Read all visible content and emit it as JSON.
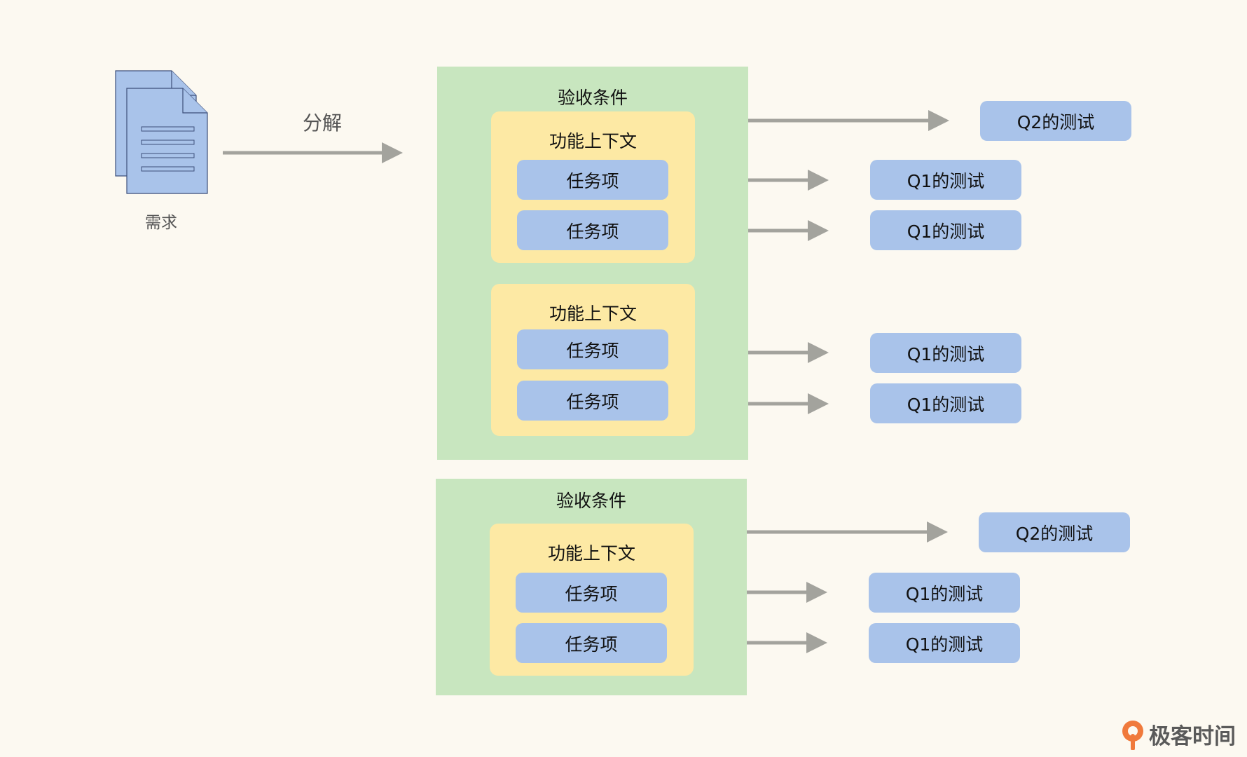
{
  "requirement": {
    "label": "需求",
    "icon": "document-stack-icon"
  },
  "decompose": {
    "label": "分解"
  },
  "groups": [
    {
      "title": "验收条件",
      "q2": "Q2的测试",
      "contexts": [
        {
          "title": "功能上下文",
          "tasks": [
            {
              "label": "任务项",
              "test": "Q1的测试"
            },
            {
              "label": "任务项",
              "test": "Q1的测试"
            }
          ]
        },
        {
          "title": "功能上下文",
          "tasks": [
            {
              "label": "任务项",
              "test": "Q1的测试"
            },
            {
              "label": "任务项",
              "test": "Q1的测试"
            }
          ]
        }
      ]
    },
    {
      "title": "验收条件",
      "q2": "Q2的测试",
      "contexts": [
        {
          "title": "功能上下文",
          "tasks": [
            {
              "label": "任务项",
              "test": "Q1的测试"
            },
            {
              "label": "任务项",
              "test": "Q1的测试"
            }
          ]
        }
      ]
    }
  ],
  "brand": {
    "name": "极客时间",
    "icon": "geektime-logo-icon"
  },
  "colors": {
    "background": "#fcf9f1",
    "acceptance": "#c8e6bf",
    "context": "#fde9a4",
    "task": "#a9c3ea",
    "arrow": "#a3a39d"
  }
}
